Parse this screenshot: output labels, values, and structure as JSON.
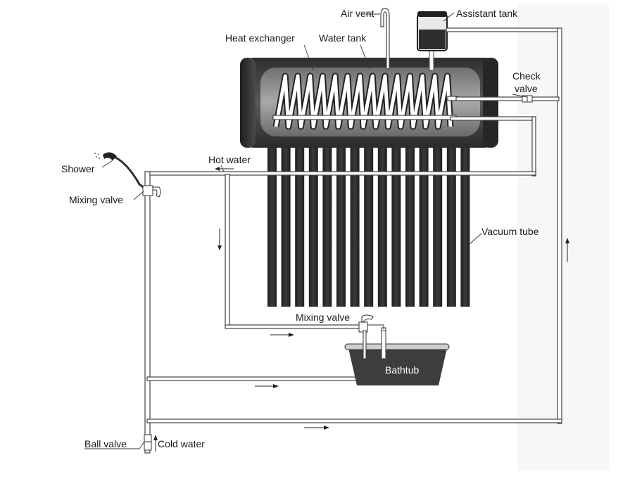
{
  "labels": {
    "air_vent": "Air vent",
    "assistant_tank": "Assistant tank",
    "heat_exchanger": "Heat exchanger",
    "water_tank": "Water tank",
    "check_valve_line1": "Check",
    "check_valve_line2": "valve",
    "shower": "Shower",
    "hot_water": "Hot water",
    "mixing_valve_left": "Mixing valve",
    "vacuum_tube": "Vacuum tube",
    "mixing_valve_bath": "Mixing valve",
    "bathtub": "Bathtub",
    "ball_valve": "Ball valve",
    "cold_water": "Cold water"
  },
  "colors": {
    "tank_body": "#3a3a3a",
    "tank_inner": "#8c8c8c",
    "vacuum_tube": "#2a2a2a",
    "bathtub": "#3d3d3d",
    "assistant_tank_water": "#2e2e2e"
  },
  "vacuum_tube_count": 15,
  "coil_turns": 14
}
